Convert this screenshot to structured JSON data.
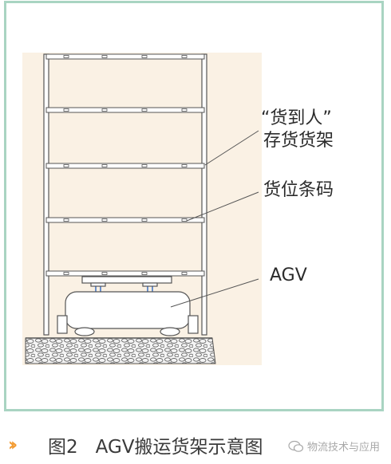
{
  "labels": {
    "rack_line1": "“货到人”",
    "rack_line2": "存货货架",
    "barcode": "货位条码",
    "agv": "AGV"
  },
  "caption": {
    "arrows": "››",
    "figure_number": "图2",
    "title": "AGV搬运货架示意图"
  },
  "watermark": {
    "text": "物流技术与应用",
    "icon": "wechat-icon"
  },
  "colors": {
    "frame_border": "#a9d4c2",
    "rack_fill": "#faf1e4",
    "line": "#555555",
    "caption_arrows": "#f39c33"
  }
}
